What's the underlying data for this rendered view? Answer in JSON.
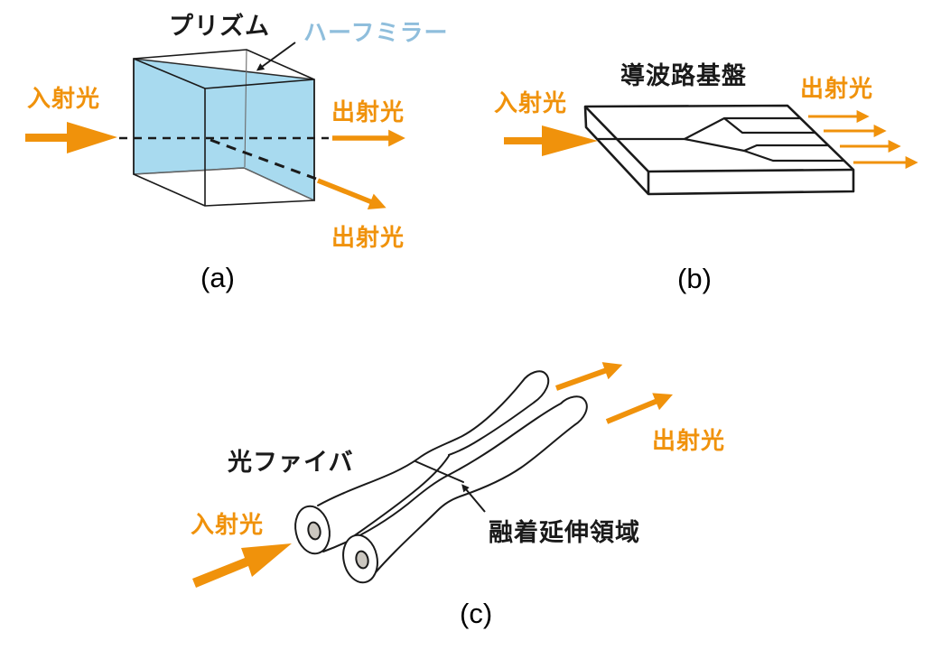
{
  "figure": {
    "colors": {
      "accent_orange": "#F0920B",
      "prism_fill": "#A8DAEF",
      "mirror_label_blue": "#8FBEDC",
      "line_black": "#1A1A1A",
      "fiber_core_gray": "#CBC7C0"
    },
    "panels": [
      {
        "id": "a",
        "caption": "(a)",
        "labels": {
          "component": "プリズム",
          "mirror": "ハーフミラー",
          "input": "入射光",
          "output_top": "出射光",
          "output_bottom": "出射光"
        }
      },
      {
        "id": "b",
        "caption": "(b)",
        "labels": {
          "component": "導波路基盤",
          "input": "入射光",
          "output": "出射光"
        }
      },
      {
        "id": "c",
        "caption": "(c)",
        "labels": {
          "component": "光ファイバ",
          "region": "融着延伸領域",
          "input": "入射光",
          "output": "出射光"
        }
      }
    ]
  }
}
